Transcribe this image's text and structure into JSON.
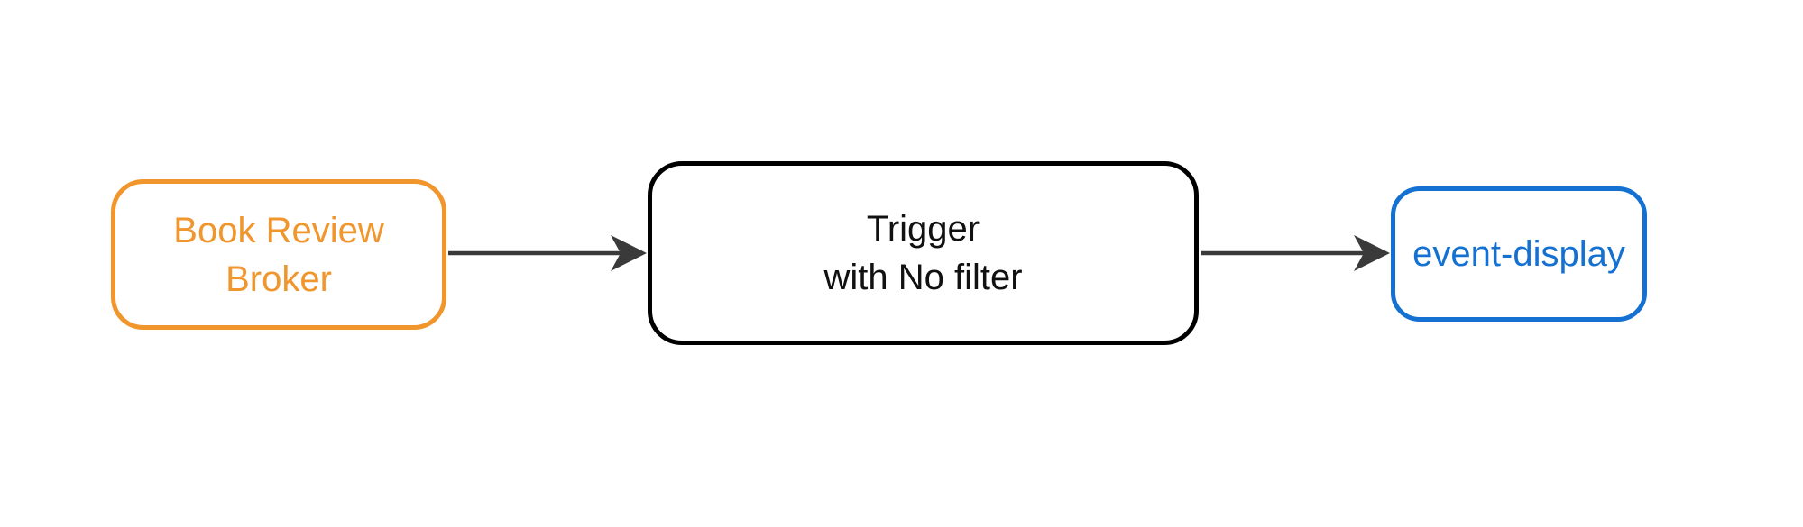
{
  "diagram": {
    "type": "flowchart",
    "direction": "left-to-right",
    "background_color": "#ffffff",
    "arrow_color": "#3A3A3A",
    "nodes": {
      "broker": {
        "label": "Book Review Broker",
        "line1": "Book Review",
        "line2": "Broker",
        "border_color": "#F0962D",
        "text_color": "#F0962D",
        "shape": "rounded-rectangle"
      },
      "trigger": {
        "label": "Trigger with No filter",
        "line1": "Trigger",
        "line2": "with No filter",
        "border_color": "#000000",
        "text_color": "#111111",
        "shape": "rounded-rectangle"
      },
      "display": {
        "label": "event-display",
        "line1": "event-display",
        "border_color": "#1471D1",
        "text_color": "#1471D1",
        "shape": "rounded-rectangle"
      }
    },
    "edges": [
      {
        "from": "Book Review Broker",
        "to": "Trigger with No filter",
        "style": "solid-arrow"
      },
      {
        "from": "Trigger with No filter",
        "to": "event-display",
        "style": "solid-arrow"
      }
    ]
  }
}
